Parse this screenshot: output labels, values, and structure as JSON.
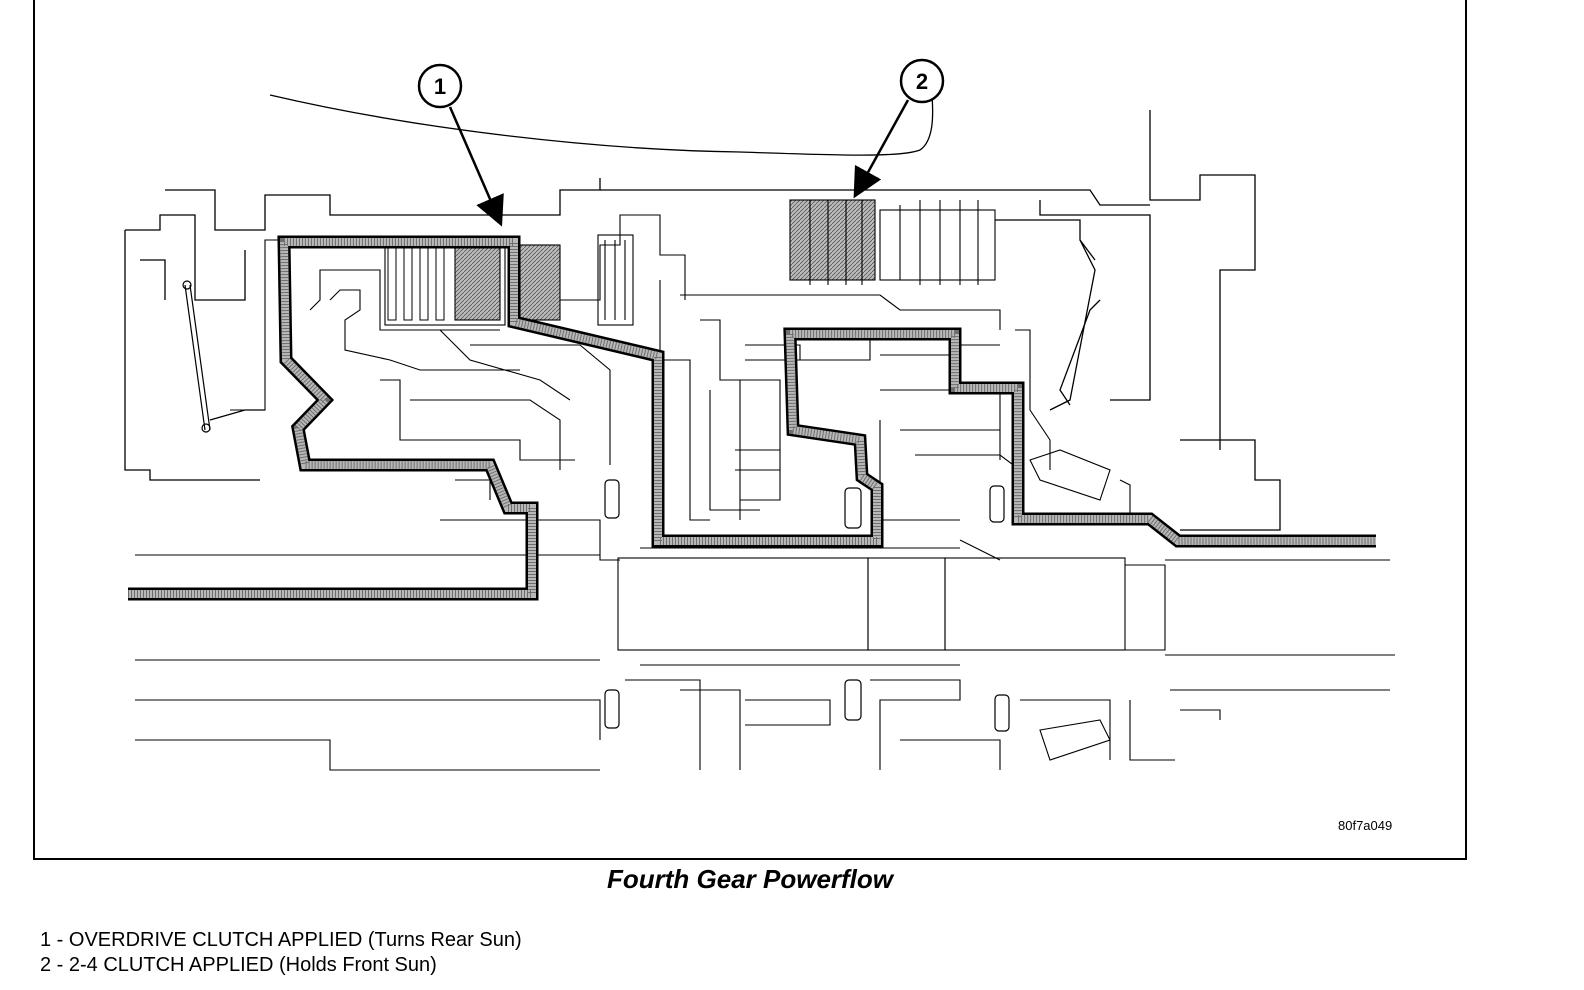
{
  "figure": {
    "id": "80f7a049",
    "caption": "Fourth Gear Powerflow"
  },
  "callouts": [
    {
      "number": "1",
      "text": "1 - OVERDRIVE CLUTCH APPLIED (Turns Rear Sun)"
    },
    {
      "number": "2",
      "text": "2 - 2-4 CLUTCH APPLIED (Holds Front Sun)"
    }
  ]
}
